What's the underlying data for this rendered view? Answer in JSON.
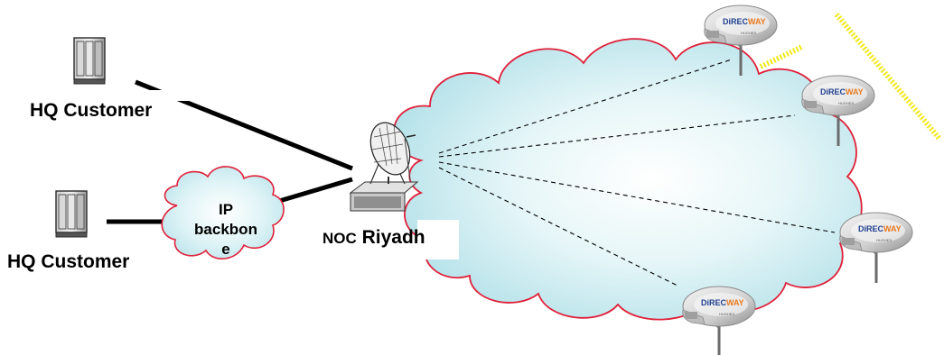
{
  "labels": {
    "hq_customer_top": "HQ Customer",
    "hq_customer_bottom": "HQ Customer",
    "noc_prefix": "NOC",
    "noc_city": "Riyadh",
    "ip_backbone_line1": "IP",
    "ip_backbone_line2": "backbon",
    "ip_backbone_line3": "e"
  },
  "dish_brand": {
    "prefix": "DiREC",
    "suffix": "WAY"
  },
  "colors": {
    "cloud_outline": "#e0203a",
    "cloud_fill": "#b5e3ea",
    "brand_accent": "#e87a1e",
    "brand_blue": "#1f3f8f",
    "link_line": "#000000"
  },
  "icons": [
    "server-icon",
    "satellite-dish-icon",
    "vsat-dish-icon",
    "cloud-icon"
  ]
}
